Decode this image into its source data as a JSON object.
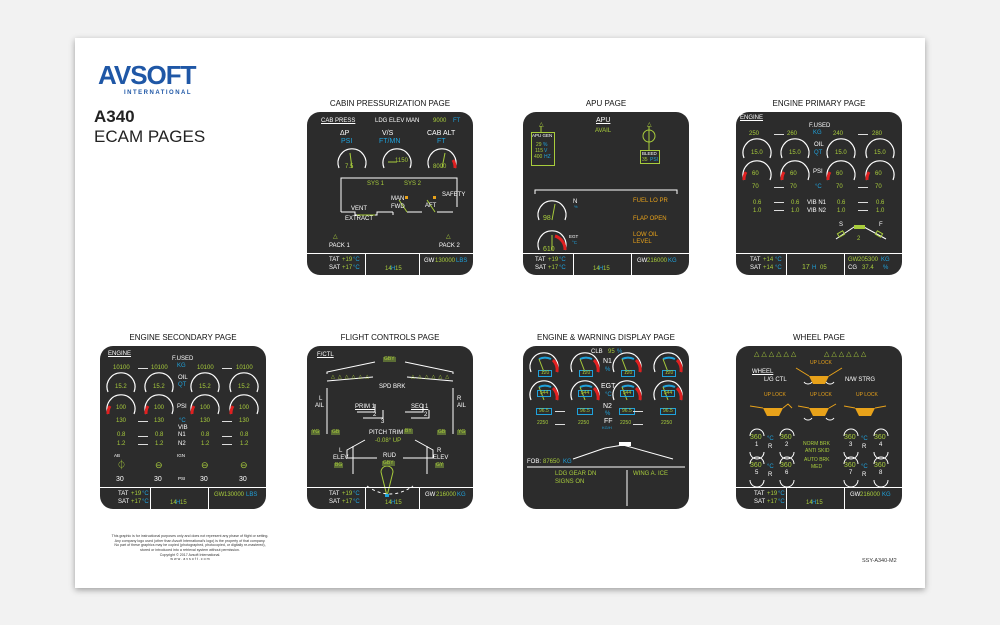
{
  "brand": {
    "logo": "AVSOFT",
    "logo_sub": "INTERNATIONAL"
  },
  "title": {
    "model": "A340",
    "subtitle": "ECAM PAGES"
  },
  "doc_code": "SSY-A340-M2",
  "disclaimer": [
    "This graphic is for instructional purposes only and does not represent any phase of flight or setting.",
    "Any company logo used (other than Avsoft International's logo) is the property of that company.",
    "No part of these graphics may be copied (photographed, photocopied, or digitally re-mastered),",
    "stored or introduced into a retrieval system without permission.",
    "Copyright © 2017 Avsoft International.",
    "w w w . a v s o f t . c o m"
  ],
  "footers": {
    "std": {
      "tat_label": "TAT",
      "tat": "+19",
      "sat_label": "SAT",
      "sat": "+17",
      "unit": "°C",
      "time_h": "14",
      "time_sep": "H",
      "time_m": "15",
      "gw_label": "GW",
      "gw_lbs": "130000",
      "gw_kg": "216000",
      "lbs": "LBS",
      "kg": "KG"
    },
    "engp": {
      "tat": "+14",
      "sat": "+14",
      "time_h": "17",
      "time_sep": "H",
      "time_m": "05",
      "gw": "205300",
      "cg_label": "CG",
      "cg": "37.4",
      "pct": "%"
    }
  },
  "cab": {
    "title": "CABIN PRESSURIZATION PAGE",
    "header": "CAB PRESS",
    "ldg_elev": "LDG ELEV MAN",
    "ldg_val": "9000",
    "ft": "FT",
    "dp": "ΔP",
    "psi": "PSI",
    "dp_val": "7.5",
    "vs": "V/S",
    "vs_unit": "FT/MN",
    "vs_val": "1150",
    "alt": "CAB ALT",
    "alt_val": "8000",
    "sys1": "SYS 1",
    "sys2": "SYS 2",
    "safety": "SAFETY",
    "man": "MAN",
    "fwd": "FWD",
    "aft": "AFT",
    "vent": "VENT",
    "extract": "EXTRACT",
    "pack1": "PACK 1",
    "pack2": "PACK 2"
  },
  "apu": {
    "title": "APU PAGE",
    "header": "APU",
    "avail": "AVAIL",
    "gen": "APU GEN",
    "load": "29",
    "pct": "%",
    "volt": "115",
    "v": "V",
    "hz_val": "400",
    "hz": "HZ",
    "bleed": "BLEED",
    "bleed_val": "35",
    "psi": "PSI",
    "n": "N",
    "n_val": "98",
    "egt": "EGT",
    "degc": "°C",
    "egt_val": "610",
    "fuel": "FUEL LO PR",
    "flap": "FLAP OPEN",
    "oil1": "LOW OIL",
    "oil2": "LEVEL"
  },
  "engp": {
    "title": "ENGINE PRIMARY PAGE",
    "header": "ENGINE",
    "fused": "F.USED",
    "kg": "KG",
    "fused_vals": [
      "250",
      "260",
      "240",
      "280"
    ],
    "oil": "OIL",
    "qt": "QT",
    "qt_vals": [
      "15.0",
      "15.0",
      "15.0",
      "15.0"
    ],
    "psi": "PSI",
    "psi_vals": [
      "60",
      "60",
      "60",
      "60"
    ],
    "degc": "°C",
    "temp_vals": [
      "70",
      "70",
      "70",
      "70"
    ],
    "vibn1": "VIB N1",
    "vibn1_vals": [
      "0.6",
      "0.6",
      "0.6",
      "0.6"
    ],
    "vibn2": "VIB N2",
    "vibn2_vals": [
      "1.0",
      "1.0",
      "1.0",
      "1.0"
    ],
    "flap_s": "S",
    "flap_f": "F",
    "flap_pos": "2"
  },
  "engs": {
    "title": "ENGINE SECONDARY PAGE",
    "header": "ENGINE",
    "fused": "F.USED",
    "kg": "KG",
    "fused_vals": [
      "10100",
      "10100",
      "10100",
      "10100"
    ],
    "oil": "OIL",
    "qt": "QT",
    "qt_vals": [
      "15.2",
      "15.2",
      "15.2",
      "15.2"
    ],
    "psi": "PSI",
    "psi_vals": [
      "100",
      "100",
      "100",
      "100"
    ],
    "degc": "°C",
    "temp_vals": [
      "130",
      "130",
      "130",
      "130"
    ],
    "vib": "VIB",
    "n1": "N1",
    "n1_vals": [
      "0.8",
      "0.8",
      "0.8",
      "0.8"
    ],
    "n2": "N2",
    "n2_vals": [
      "1.2",
      "1.2",
      "1.2",
      "1.2"
    ],
    "ab": "AB",
    "ign": "IGN",
    "psi2": "PSI",
    "bleed_vals": [
      "30",
      "30",
      "30",
      "30"
    ]
  },
  "fctl": {
    "title": "FLIGHT CONTROLS PAGE",
    "header": "F/CTL",
    "spd_hyd": "GBY",
    "spd_brk": "SPD BRK",
    "l": "L",
    "r": "R",
    "ail": "AIL",
    "prim": "PRIM 1",
    "sec": "SEC 1",
    "two": "2",
    "three": "3",
    "yg": "YG",
    "gb": "GB",
    "pitch_trim": "PITCH TRIM",
    "pt_hyd": "BY",
    "pt_val": "-0.08° UP",
    "elev": "ELEV",
    "l_elev_hyd": "BG",
    "r_elev_hyd": "GY",
    "rud": "RUD",
    "rud_hyd": "GBY"
  },
  "ewd": {
    "title": "ENGINE & WARNING DISPLAY PAGE",
    "clb": "CLB",
    "clb_val": "95",
    "pct": "%",
    "n1": "N1",
    "n1_vals": [
      "120",
      "120",
      "120",
      "120"
    ],
    "egt": "EGT",
    "degc": "°C",
    "egt_vals": [
      "544",
      "544",
      "544",
      "544"
    ],
    "n2": "N2",
    "n2_vals": [
      "96.5",
      "96.5",
      "96.5",
      "96.5"
    ],
    "ff": "FF",
    "kgh": "KG/H",
    "ff_vals": [
      "2250",
      "2250",
      "2250",
      "2250"
    ],
    "fob": "FOB:",
    "fob_val": "87650",
    "kg": "KG",
    "memo1": "LDG GEAR DN",
    "memo2": "SIGNS ON",
    "memo3": "WING A. ICE"
  },
  "wheel": {
    "title": "WHEEL PAGE",
    "header": "WHEEL",
    "uplock": "UP LOCK",
    "lg_ctl": "L/G CTL",
    "nw_strg": "N/W STRG",
    "temps": [
      "360",
      "360",
      "360",
      "360",
      "360",
      "360",
      "360",
      "360"
    ],
    "nums": [
      "1",
      "2",
      "3",
      "4",
      "5",
      "6",
      "7",
      "8"
    ],
    "degc": "°C",
    "r": "R",
    "norm_brk": "NORM BRK",
    "anti_skid": "ANTI SKID",
    "auto_brk": "AUTO BRK",
    "med": "MED"
  }
}
